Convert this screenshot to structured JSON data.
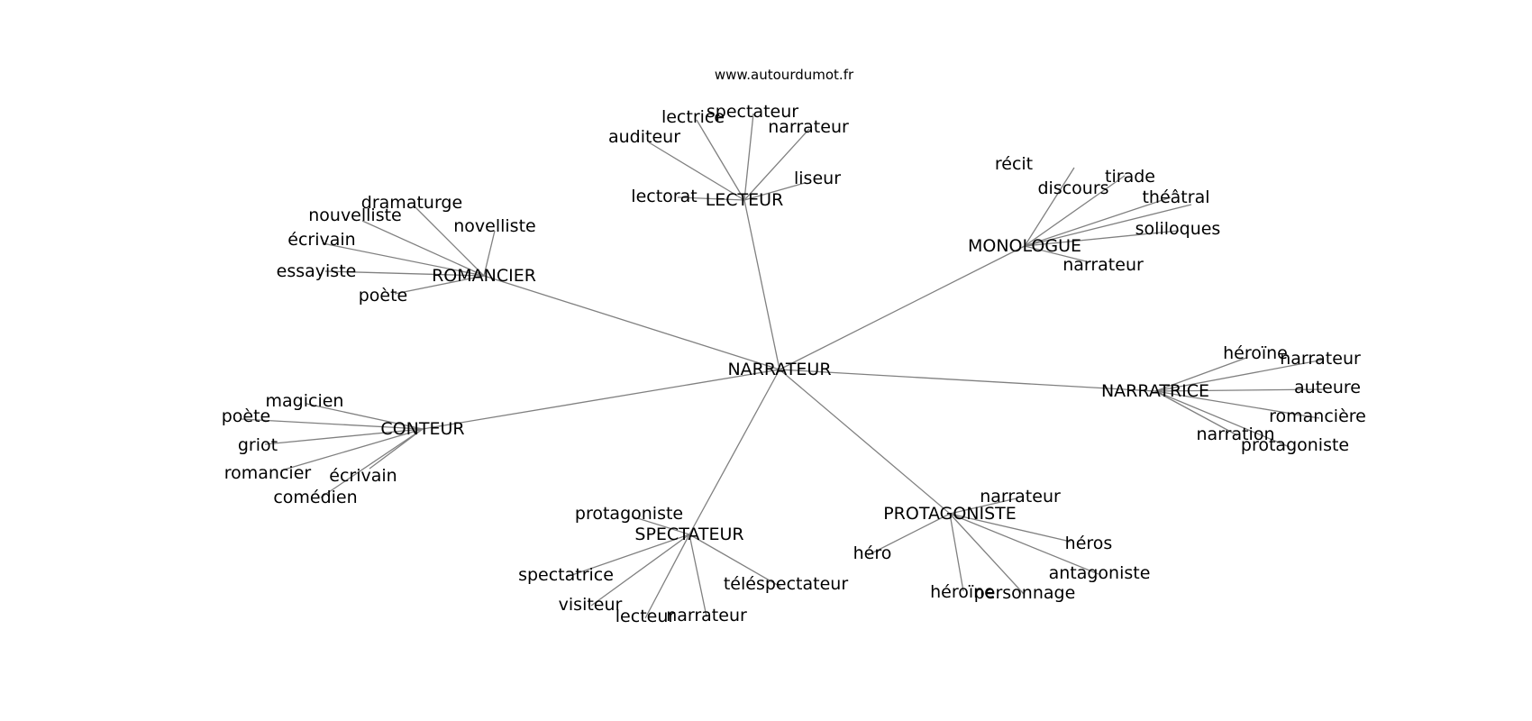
{
  "source_text": "www.autourdumot.fr",
  "colors": {
    "edge": "#808080",
    "text": "#000000",
    "background": "#ffffff"
  },
  "root": "NARRATEUR",
  "clusters": [
    {
      "id": "c1",
      "label": "LECTEUR",
      "children": [
        "auditeur",
        "lectrice",
        "spectateur",
        "narrateur",
        "liseur",
        "lectorat"
      ]
    },
    {
      "id": "c2",
      "label": "ROMANCIER",
      "children": [
        "dramaturge",
        "nouvelliste",
        "novelliste",
        "écrivain",
        "essayiste",
        "poète"
      ]
    },
    {
      "id": "c3",
      "label": "MONOLOGUE",
      "children": [
        "récit",
        "discours",
        "tirade",
        "théâtral",
        "soliloques",
        "narrateur"
      ]
    },
    {
      "id": "c4",
      "label": "NARRATRICE",
      "children": [
        "héroïne",
        "narrateur",
        "auteure",
        "romancière",
        "narration",
        "protagoniste"
      ]
    },
    {
      "id": "c5",
      "label": "CONTEUR",
      "children": [
        "magicien",
        "poète",
        "griot",
        "romancier",
        "écrivain",
        "comédien"
      ]
    },
    {
      "id": "c6",
      "label": "SPECTATEUR",
      "children": [
        "protagoniste",
        "spectatrice",
        "visiteur",
        "lecteur",
        "narrateur",
        "téléspectateur"
      ]
    },
    {
      "id": "c7",
      "label": "PROTAGONISTE",
      "children": [
        "narrateur",
        "héros",
        "héro",
        "antagoniste",
        "héroïne",
        "personnage"
      ]
    }
  ]
}
